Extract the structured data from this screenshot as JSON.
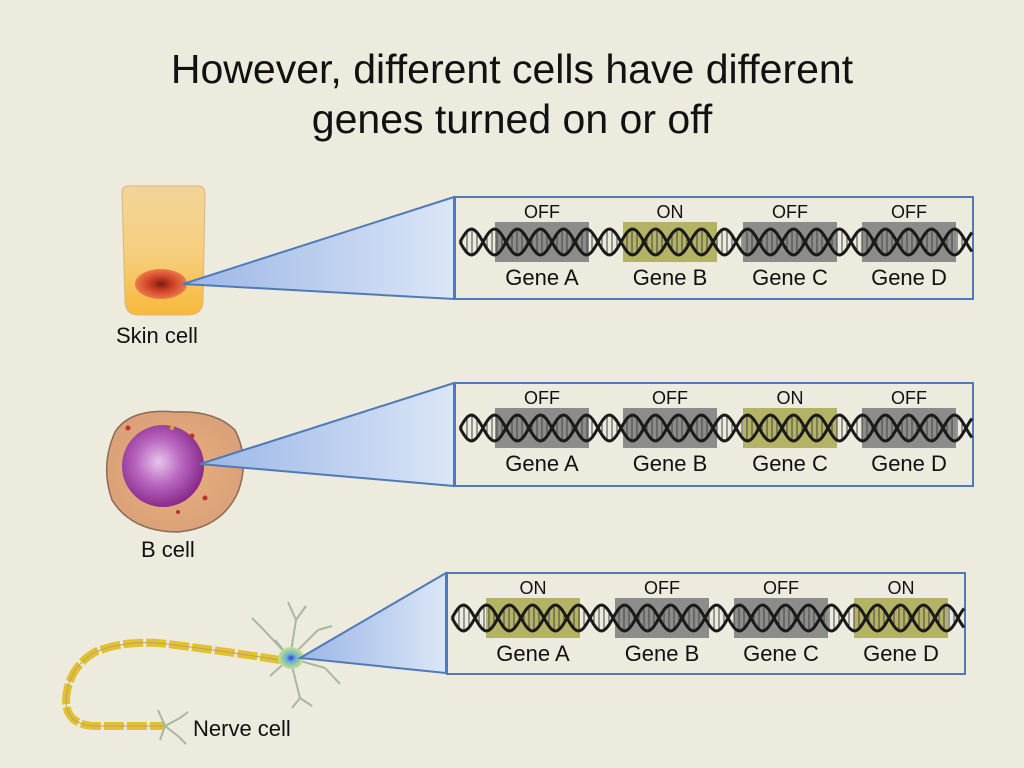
{
  "title": "However, different cells have different genes turned on or off",
  "title_lines": [
    "However, different cells have different",
    "genes turned on or off"
  ],
  "colors": {
    "background": "#edeade",
    "panel_border": "#4f7ab8",
    "gene_on": "#b3b265",
    "gene_off": "#8c8c8a",
    "helix": "#1a1a1a"
  },
  "rows": [
    {
      "cell": "Skin cell",
      "genes": [
        {
          "name": "Gene A",
          "state": "OFF"
        },
        {
          "name": "Gene B",
          "state": "ON"
        },
        {
          "name": "Gene C",
          "state": "OFF"
        },
        {
          "name": "Gene D",
          "state": "OFF"
        }
      ]
    },
    {
      "cell": "B cell",
      "genes": [
        {
          "name": "Gene A",
          "state": "OFF"
        },
        {
          "name": "Gene B",
          "state": "OFF"
        },
        {
          "name": "Gene C",
          "state": "ON"
        },
        {
          "name": "Gene D",
          "state": "OFF"
        }
      ]
    },
    {
      "cell": "Nerve cell",
      "genes": [
        {
          "name": "Gene A",
          "state": "ON"
        },
        {
          "name": "Gene B",
          "state": "OFF"
        },
        {
          "name": "Gene C",
          "state": "OFF"
        },
        {
          "name": "Gene D",
          "state": "ON"
        }
      ]
    }
  ]
}
